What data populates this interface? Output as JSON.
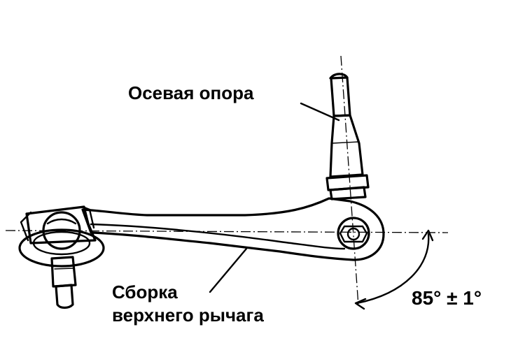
{
  "labels": {
    "pivot_support": "Осевая опора",
    "upper_arm_line1": "Сборка",
    "upper_arm_line2": "верхнего рычага",
    "angle": "85° ± 1°"
  },
  "colors": {
    "ink": "#000000",
    "background": "#ffffff"
  },
  "angle_value": 85,
  "angle_tolerance": 1
}
